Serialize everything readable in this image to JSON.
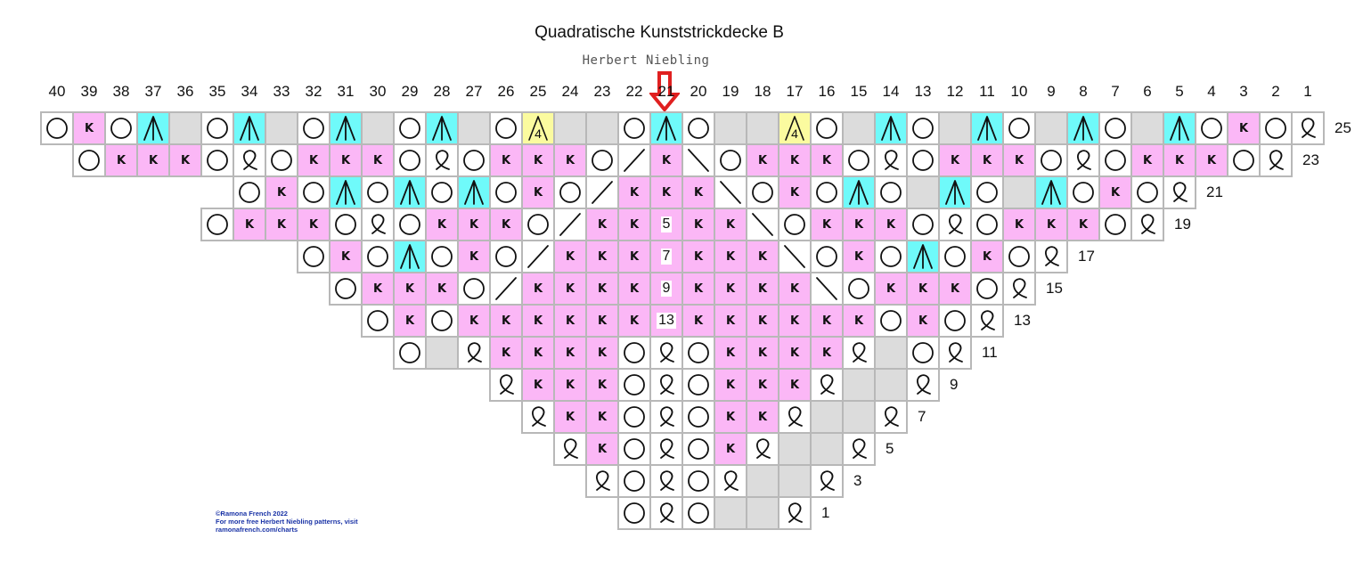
{
  "title": "Quadratische Kunststrickdecke B",
  "author": "Herbert Niebling",
  "column_numbers": [
    "40",
    "39",
    "38",
    "37",
    "36",
    "35",
    "34",
    "33",
    "32",
    "31",
    "30",
    "29",
    "28",
    "27",
    "26",
    "25",
    "24",
    "23",
    "22",
    "21",
    "20",
    "19",
    "18",
    "17",
    "16",
    "15",
    "14",
    "13",
    "12",
    "11",
    "10",
    "9",
    "8",
    "7",
    "6",
    "5",
    "4",
    "3",
    "2",
    "1"
  ],
  "legend": {
    "k": "K",
    "c4": "4"
  },
  "rows": [
    {
      "label": "25",
      "start": 0,
      "cells": [
        "O",
        "K",
        "O",
        "A",
        "G",
        "O",
        "A",
        "G",
        "O",
        "A",
        "G",
        "O",
        "A",
        "G",
        "O",
        "Y",
        "G",
        "G",
        "O",
        "A",
        "O",
        "G",
        "G",
        "Y",
        "O",
        "G",
        "A",
        "O",
        "G",
        "A",
        "O",
        "G",
        "A",
        "O",
        "G",
        "A",
        "O",
        "K",
        "O",
        "T"
      ]
    },
    {
      "label": "23",
      "start": 1,
      "cells": [
        "O",
        "K",
        "K",
        "K",
        "O",
        "T",
        "O",
        "K",
        "K",
        "K",
        "O",
        "T",
        "O",
        "K",
        "K",
        "K",
        "O",
        "/",
        "K",
        "\\",
        "O",
        "K",
        "K",
        "K",
        "O",
        "T",
        "O",
        "K",
        "K",
        "K",
        "O",
        "T",
        "O",
        "K",
        "K",
        "K",
        "O",
        "T"
      ]
    },
    {
      "label": "21",
      "start": 6,
      "cells": [
        "O",
        "K",
        "O",
        "A",
        "O",
        "A",
        "O",
        "A",
        "O",
        "K",
        "O",
        "/",
        "K",
        "K",
        "K",
        "\\",
        "O",
        "K",
        "O",
        "A",
        "O",
        "G",
        "A",
        "O",
        "G",
        "A",
        "O",
        "K",
        "O",
        "T"
      ]
    },
    {
      "label": "19",
      "start": 5,
      "cells": [
        "O",
        "K",
        "K",
        "K",
        "O",
        "T",
        "O",
        "K",
        "K",
        "K",
        "O",
        "/",
        "K",
        "K",
        "5",
        "K",
        "K",
        "\\",
        "O",
        "K",
        "K",
        "K",
        "O",
        "T",
        "O",
        "K",
        "K",
        "K",
        "O",
        "T"
      ]
    },
    {
      "label": "17",
      "start": 8,
      "cells": [
        "O",
        "K",
        "O",
        "A",
        "O",
        "K",
        "O",
        "/",
        "K",
        "K",
        "K",
        "7",
        "K",
        "K",
        "K",
        "\\",
        "O",
        "K",
        "O",
        "A",
        "O",
        "K",
        "O",
        "T"
      ]
    },
    {
      "label": "15",
      "start": 9,
      "cells": [
        "O",
        "K",
        "K",
        "K",
        "O",
        "/",
        "K",
        "K",
        "K",
        "K",
        "9",
        "K",
        "K",
        "K",
        "K",
        "\\",
        "O",
        "K",
        "K",
        "K",
        "O",
        "T"
      ]
    },
    {
      "label": "13",
      "start": 10,
      "cells": [
        "O",
        "K",
        "O",
        "K",
        "K",
        "K",
        "K",
        "K",
        "K",
        "13",
        "K",
        "K",
        "K",
        "K",
        "K",
        "K",
        "O",
        "K",
        "O",
        "T"
      ]
    },
    {
      "label": "11",
      "start": 11,
      "cells": [
        "O",
        "G",
        "T",
        "K",
        "K",
        "K",
        "K",
        "O",
        "T",
        "O",
        "K",
        "K",
        "K",
        "K",
        "T",
        "G",
        "O",
        "T"
      ]
    },
    {
      "label": "9",
      "start": 14,
      "cells": [
        "T",
        "K",
        "K",
        "K",
        "O",
        "T",
        "O",
        "K",
        "K",
        "K",
        "T",
        "G",
        "G",
        "T"
      ]
    },
    {
      "label": "7",
      "start": 15,
      "cells": [
        "T",
        "K",
        "K",
        "O",
        "T",
        "O",
        "K",
        "K",
        "T",
        "G",
        "G",
        "T"
      ]
    },
    {
      "label": "5",
      "start": 16,
      "cells": [
        "T",
        "K",
        "O",
        "T",
        "O",
        "K",
        "T",
        "G",
        "G",
        "T"
      ]
    },
    {
      "label": "3",
      "start": 17,
      "cells": [
        "T",
        "O",
        "T",
        "O",
        "T",
        "G",
        "G",
        "T"
      ]
    },
    {
      "label": "1",
      "start": 18,
      "cells": [
        "O",
        "T",
        "O",
        "G",
        "G",
        "T"
      ]
    }
  ],
  "copyright": {
    "line1": "©Ramona French 2022",
    "line2": "For more free Herbert Niebling patterns, visit",
    "line3": "ramonafrench.com/charts"
  },
  "colors": {
    "pink": "#fbb7f6",
    "cyan": "#6ffafa",
    "yellow": "#fbfb9f",
    "gray": "#dcdcdc",
    "arrow": "#e02020",
    "copyright": "#1a33a6"
  }
}
